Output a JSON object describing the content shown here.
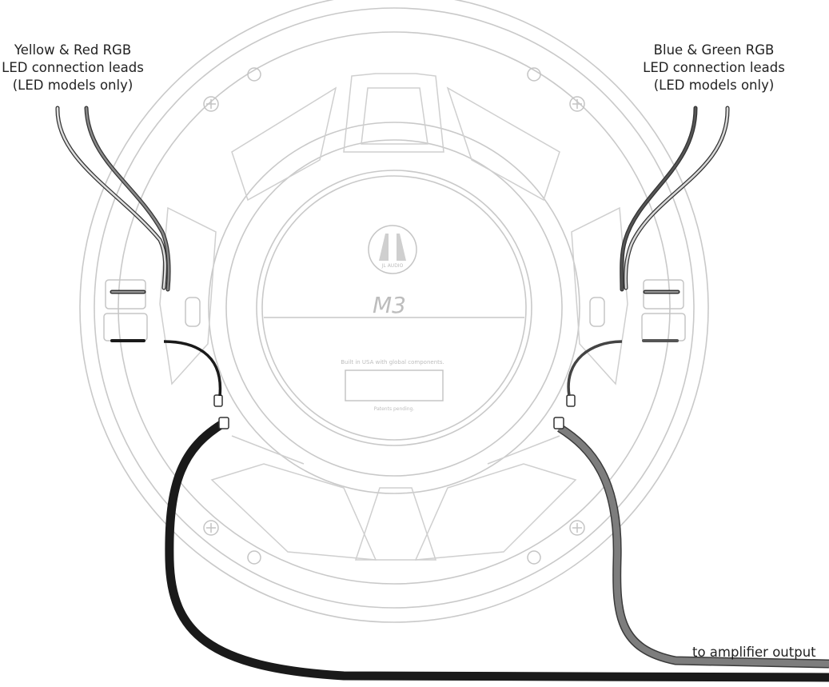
{
  "labels": {
    "left_leads": [
      "Yellow & Red RGB",
      "LED connection leads",
      "(LED models only)"
    ],
    "right_leads": [
      "Blue & Green RGB",
      "LED connection leads",
      "(LED models only)"
    ],
    "amp": "to amplifier output"
  },
  "speaker": {
    "brand": "JL AUDIO",
    "model": "M3",
    "built": "Built in USA with global components.",
    "patents": "Patents pending."
  },
  "colors": {
    "outline": "#c8c8c8",
    "wire_black": "#1a1a1a",
    "wire_gray": "#7a7a7a",
    "lead_light": "#b5b5b5",
    "lead_dark": "#333333"
  }
}
